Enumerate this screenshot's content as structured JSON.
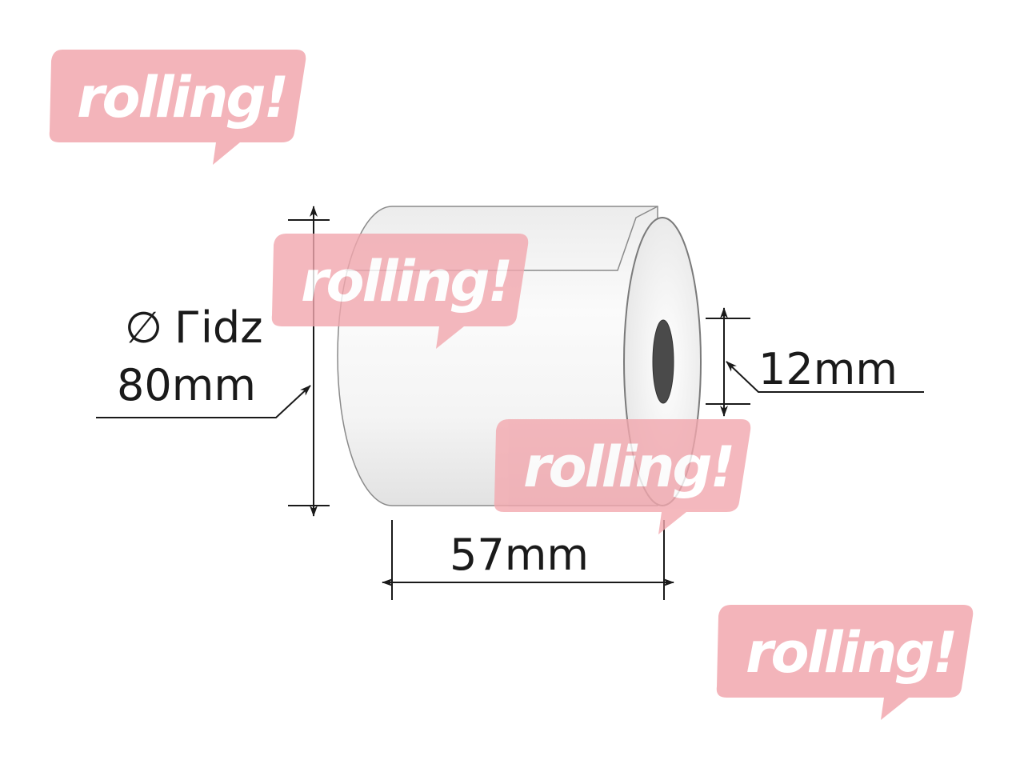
{
  "diameter_symbol": "∅",
  "diameter_word": "Гidz",
  "diameter_value": "80mm",
  "width_value": "57mm",
  "core_value": "12mm",
  "watermark_text": "rolling!",
  "colors": {
    "line": "#1a1a1a",
    "watermark": "#f2a7ae",
    "core_hole": "#4a4a4a"
  }
}
